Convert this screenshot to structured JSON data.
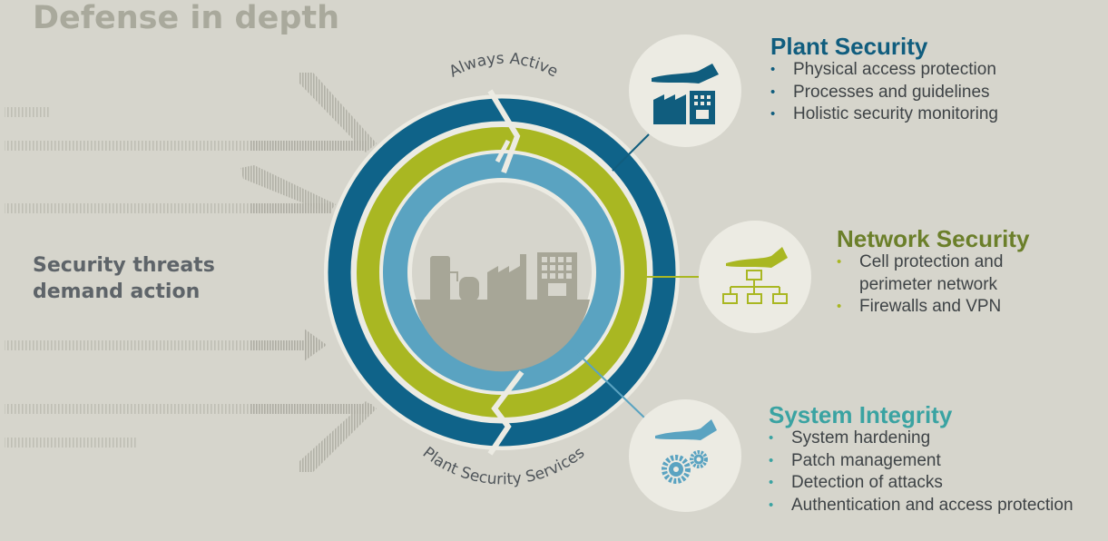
{
  "title": "Defense in depth",
  "threats": {
    "line1": "Security threats",
    "line2": "demand action"
  },
  "ring_labels": {
    "top": "Always Active",
    "bottom": "Plant Security Services"
  },
  "colors": {
    "background": "#d6d5cc",
    "dark_blue": "#0f6389",
    "green": "#a9b722",
    "light_blue": "#5aa3c1",
    "center_gray": "#a7a697",
    "plant_security_heading": "#105d7e",
    "network_security_heading": "#6b7f2a",
    "system_integrity_heading": "#3aa3a2"
  },
  "sections": [
    {
      "heading": "Plant Security",
      "icon": "hand-over-factory-icon",
      "bullets": [
        "Physical access protection",
        "Processes and guidelines",
        "Holistic security monitoring"
      ]
    },
    {
      "heading": "Network Security",
      "icon": "hand-over-network-icon",
      "bullets": [
        "Cell protection and",
        "perimeter network",
        "Firewalls and VPN"
      ]
    },
    {
      "heading": "System Integrity",
      "icon": "hand-over-gears-icon",
      "bullets": [
        "System hardening",
        "Patch management",
        "Detection of attacks",
        "Authentication and access protection"
      ]
    }
  ],
  "bullet_char": "•"
}
